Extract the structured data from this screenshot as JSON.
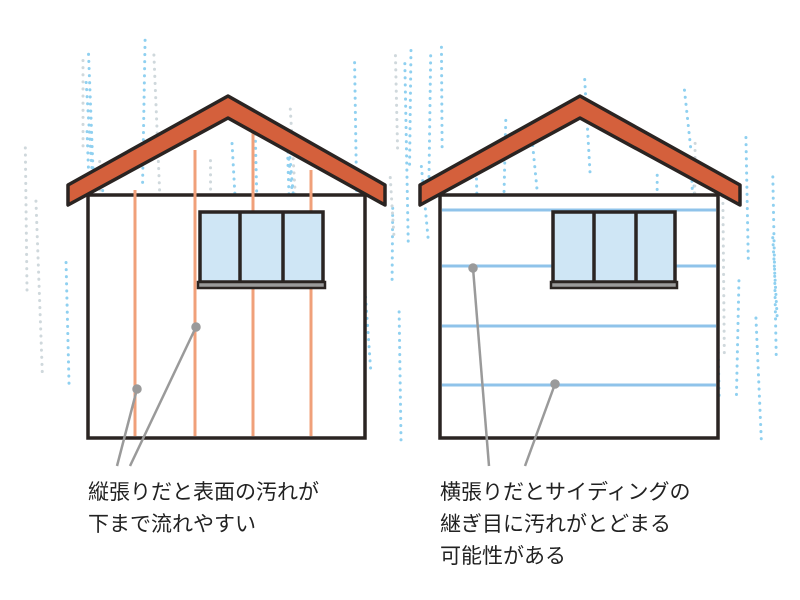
{
  "left": {
    "caption_lines": [
      "縦張りだと表面の汚れが",
      "下まで流れやすい"
    ]
  },
  "right": {
    "caption_lines": [
      "横張りだとサイディングの",
      "継ぎ目に汚れがとどまる",
      "可能性がある"
    ]
  },
  "colors": {
    "roof": "#d4603c",
    "outline": "#2a2422",
    "window": "#cfe6f5",
    "vertical_seams": "#f0a07a",
    "horizontal_seams": "#8fc3ea",
    "rain": "#8fd0f0",
    "callout": "#9a9a9a"
  }
}
